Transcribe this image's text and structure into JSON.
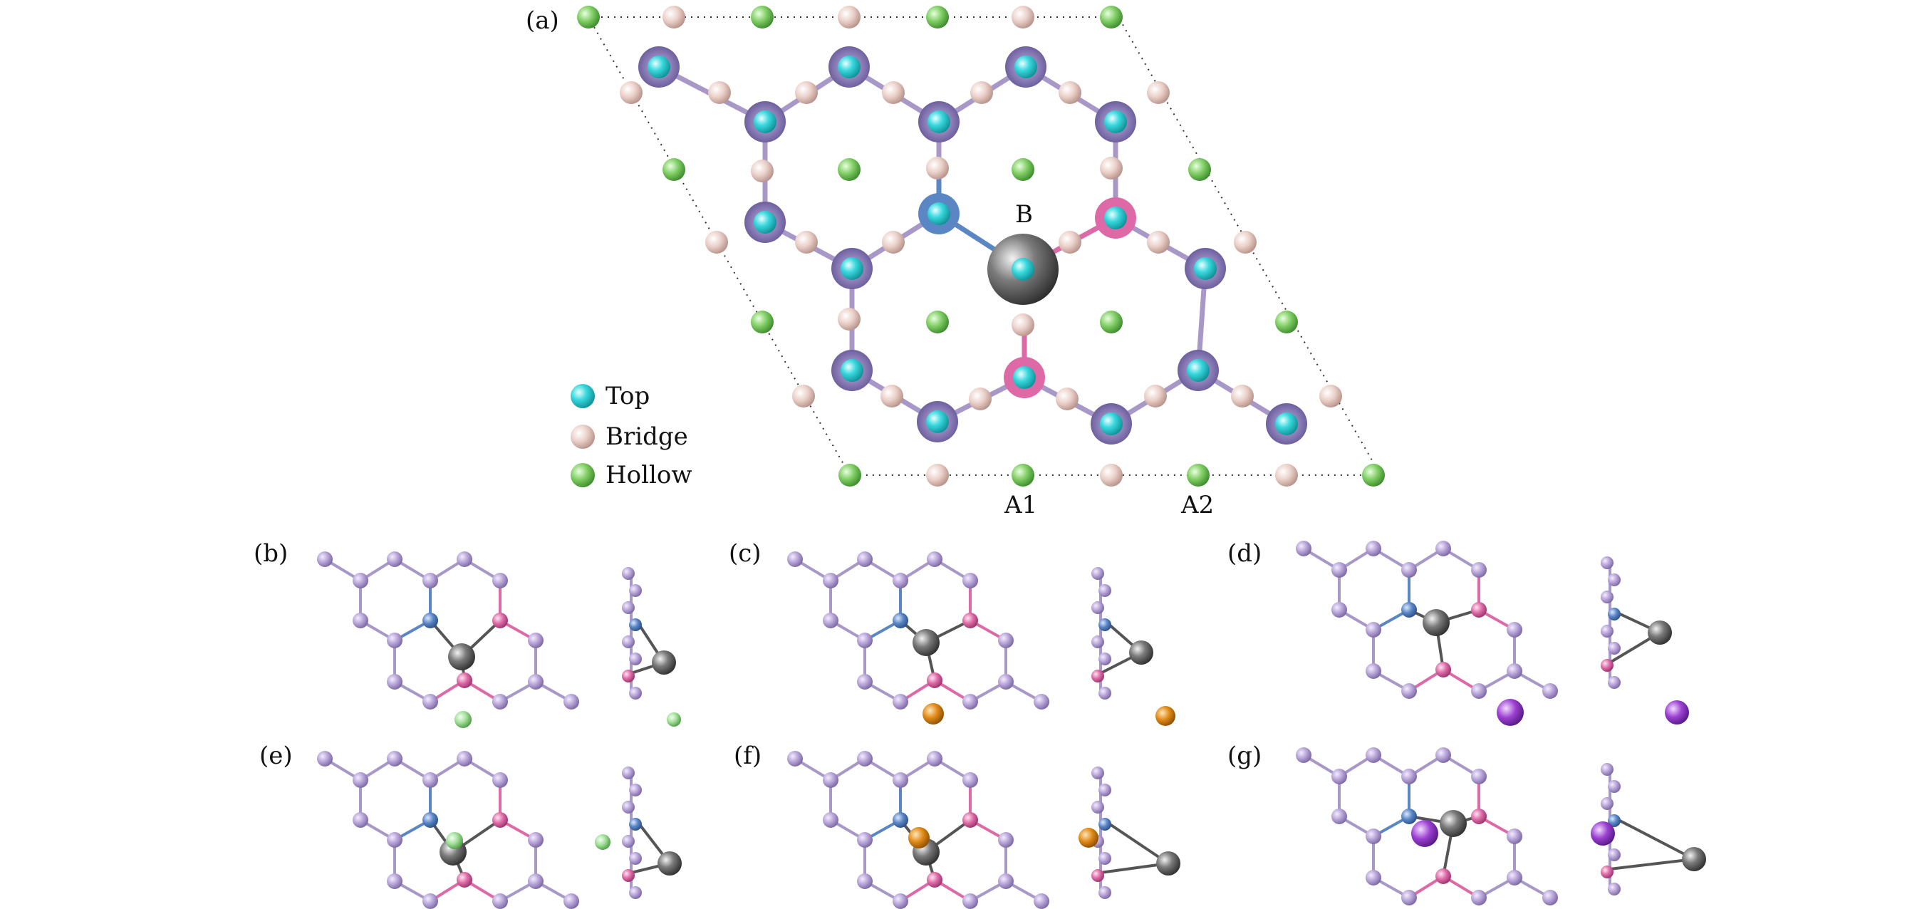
{
  "figure": {
    "panels": {
      "a": "(a)",
      "b": "(b)",
      "c": "(c)",
      "d": "(d)",
      "e": "(e)",
      "f": "(f)",
      "g": "(g)"
    },
    "site_labels": {
      "b": "B",
      "a1": "A1",
      "a2": "A2"
    },
    "legend": [
      {
        "label": "Top",
        "color": "#35d6dc"
      },
      {
        "label": "Bridge",
        "color": "#e8c7c0"
      },
      {
        "label": "Hollow",
        "color": "#7ccb63"
      }
    ],
    "colors": {
      "host_atom": "#b9a6d6",
      "dopant_blue": "#5b86c4",
      "dopant_pink": "#dd6aa6",
      "defect_atom": "#7a7a7a",
      "adatom_green": "#9fdf9a",
      "adatom_orange": "#e08a16",
      "adatom_purple": "#9b3fd1"
    },
    "adatoms": {
      "b": "adatom_green",
      "c": "adatom_orange",
      "d": "adatom_purple",
      "e": "adatom_green",
      "f": "adatom_orange",
      "g": "adatom_purple"
    }
  }
}
